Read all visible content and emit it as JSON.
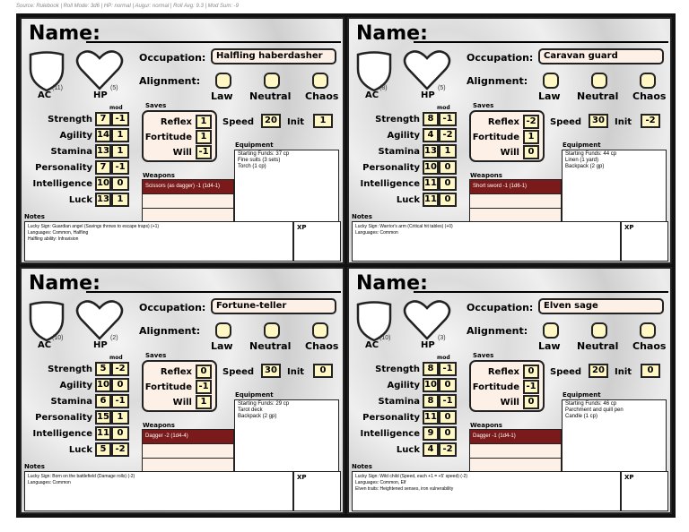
{
  "source_line": "Source: Rulebook | Roll Mode: 3d6 | HP: normal | Augur: normal | Roll Avg: 9.3 | Mod Sum: -9",
  "labels": {
    "name": "Name:",
    "ac": "AC",
    "hp": "HP",
    "occupation": "Occupation:",
    "alignment": "Alignment:",
    "law": "Law",
    "neutral": "Neutral",
    "chaos": "Chaos",
    "saves": "Saves",
    "mod": "mod",
    "reflex": "Reflex",
    "fortitude": "Fortitude",
    "will": "Will",
    "speed": "Speed",
    "init": "Init",
    "equipment": "Equipment",
    "weapons": "Weapons",
    "notes": "Notes",
    "xp": "XP",
    "strength": "Strength",
    "agility": "Agility",
    "stamina": "Stamina",
    "personality": "Personality",
    "intelligence": "Intelligence",
    "luck": "Luck"
  },
  "colors": {
    "value_box": "#fff8c4",
    "weapon_fill": "#7a1a1a",
    "occupation_box": "#fdf0e6"
  },
  "cards": [
    {
      "ac": "(11)",
      "hp": "(5)",
      "occupation": "Halfling haberdasher",
      "abilities": {
        "strength": [
          "7",
          "-1"
        ],
        "agility": [
          "14",
          "1"
        ],
        "stamina": [
          "13",
          "1"
        ],
        "personality": [
          "7",
          "-1"
        ],
        "intelligence": [
          "10",
          "0"
        ],
        "luck": [
          "13",
          "1"
        ]
      },
      "saves": {
        "reflex": "1",
        "fortitude": "1",
        "will": "-1"
      },
      "speed": "20",
      "init": "1",
      "equipment": [
        "Starting Funds: 37 cp",
        "Fine suits (3 sets)",
        "Torch (1 cp)"
      ],
      "weapon": "Scissors (as dagger) -1 (1d4-1)",
      "notes": [
        "Lucky Sign: Guardian angel (Savings throws to escape traps) (+1)",
        "Languages: Common, Halfling",
        "Halfling ability: Infravision"
      ]
    },
    {
      "ac": "(8)",
      "hp": "(5)",
      "occupation": "Caravan guard",
      "abilities": {
        "strength": [
          "8",
          "-1"
        ],
        "agility": [
          "4",
          "-2"
        ],
        "stamina": [
          "13",
          "1"
        ],
        "personality": [
          "10",
          "0"
        ],
        "intelligence": [
          "11",
          "0"
        ],
        "luck": [
          "11",
          "0"
        ]
      },
      "saves": {
        "reflex": "-2",
        "fortitude": "1",
        "will": "0"
      },
      "speed": "30",
      "init": "-2",
      "equipment": [
        "Starting Funds: 44 cp",
        "Linen (1 yard)",
        "Backpack (2 gp)"
      ],
      "weapon": "Short sword -1 (1d6-1)",
      "notes": [
        "Lucky Sign: Warrior's arm (Critical hit tables) (+0)",
        "Languages: Common"
      ]
    },
    {
      "ac": "(10)",
      "hp": "(2)",
      "occupation": "Fortune-teller",
      "abilities": {
        "strength": [
          "5",
          "-2"
        ],
        "agility": [
          "10",
          "0"
        ],
        "stamina": [
          "6",
          "-1"
        ],
        "personality": [
          "15",
          "1"
        ],
        "intelligence": [
          "11",
          "0"
        ],
        "luck": [
          "5",
          "-2"
        ]
      },
      "saves": {
        "reflex": "0",
        "fortitude": "-1",
        "will": "1"
      },
      "speed": "30",
      "init": "0",
      "equipment": [
        "Starting Funds: 29 cp",
        "Tarot deck",
        "Backpack (2 gp)"
      ],
      "weapon": "Dagger -2 (1d4-4)",
      "notes": [
        "Lucky Sign: Born on the battlefield (Damage rolls) (-2)",
        "Languages: Common"
      ]
    },
    {
      "ac": "(10)",
      "hp": "(3)",
      "occupation": "Elven sage",
      "abilities": {
        "strength": [
          "8",
          "-1"
        ],
        "agility": [
          "10",
          "0"
        ],
        "stamina": [
          "8",
          "-1"
        ],
        "personality": [
          "11",
          "0"
        ],
        "intelligence": [
          "9",
          "0"
        ],
        "luck": [
          "4",
          "-2"
        ]
      },
      "saves": {
        "reflex": "0",
        "fortitude": "-1",
        "will": "0"
      },
      "speed": "20",
      "init": "0",
      "equipment": [
        "Starting Funds: 46 cp",
        "Parchment and quill pen",
        "Candle (1 cp)"
      ],
      "weapon": "Dagger -1 (1d4-1)",
      "notes": [
        "Lucky Sign: Wild child (Speed, each +1 = +5' speed) (-2)",
        "Languages: Common, Elf",
        "Elven traits: Heightened senses, iron vulnerability"
      ]
    }
  ]
}
